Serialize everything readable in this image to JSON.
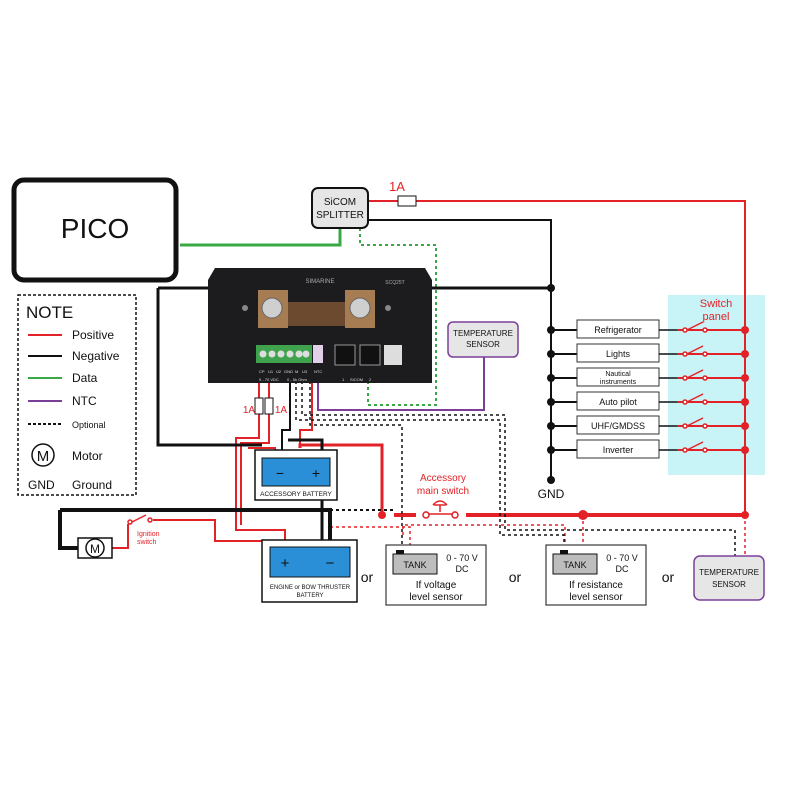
{
  "pico": {
    "label": "PICO"
  },
  "splitter": {
    "line1": "SiCOM",
    "line2": "SPLITTER"
  },
  "fuse_top": {
    "label": "1A"
  },
  "fuses_device": {
    "left": "1A",
    "right": "1A"
  },
  "device": {
    "brand": "SIMARINE",
    "model": "SCQ25T",
    "terminal_labels": [
      "CP",
      "U1",
      "U2",
      "GND",
      "M",
      "U3"
    ],
    "ntc_label": "NTC",
    "voltage_range": "0 - 70 VDC",
    "optional_range": "0 - 5k Ohm",
    "port_1": "1",
    "port_sicom": "SICOM",
    "port_2": "2"
  },
  "temp_sensor_top": {
    "line1": "TEMPERATURE",
    "line2": "SENSOR"
  },
  "temp_sensor_bottom": {
    "line1": "TEMPERATURE",
    "line2": "SENSOR"
  },
  "switch_panel": {
    "title_line1": "Switch",
    "title_line2": "panel",
    "loads": [
      "Refrigerator",
      "Lights",
      "Nautical instruments",
      "Auto pilot",
      "UHF/GMDSS",
      "Inverter"
    ],
    "nautical_line1": "Nautical",
    "nautical_line2": "instruments"
  },
  "gnd_label": "GND",
  "legend": {
    "title": "NOTE",
    "items": [
      {
        "label": "Positive",
        "color": "#e32227",
        "style": "solid"
      },
      {
        "label": "Negative",
        "color": "#111111",
        "style": "solid"
      },
      {
        "label": "Data",
        "color": "#3aa845",
        "style": "solid"
      },
      {
        "label": "NTC",
        "color": "#7b3f98",
        "style": "solid"
      },
      {
        "label": "Optional",
        "color": "#111111",
        "style": "dotted"
      }
    ],
    "motor_symbol": "M",
    "motor_label": "Motor",
    "gnd_abbr": "GND",
    "gnd_label": "Ground"
  },
  "accessory_battery": {
    "label": "ACCESSORY BATTERY",
    "minus": "−",
    "plus": "+"
  },
  "engine_battery": {
    "line1": "ENGINE or BOW THRUSTER",
    "line2": "BATTERY",
    "plus": "+",
    "minus": "−"
  },
  "accessory_switch": {
    "line1": "Accessory",
    "line2": "main switch"
  },
  "motor": {
    "symbol": "M"
  },
  "ignition": {
    "line1": "Ignition",
    "line2": "switch"
  },
  "tank_voltage": {
    "tank": "TANK",
    "range1": "0 - 70 V",
    "range2": "DC",
    "desc1": "If voltage",
    "desc2": "level sensor"
  },
  "tank_resistance": {
    "tank": "TANK",
    "range1": "0 - 70 V",
    "range2": "DC",
    "desc1": "If resistance",
    "desc2": "level sensor"
  },
  "or_labels": [
    "or",
    "or",
    "or"
  ],
  "colors": {
    "positive": "#e32227",
    "negative": "#111111",
    "data": "#3aa845",
    "ntc": "#7b3f98",
    "panel_bg": "#c8f3f7",
    "battery_blue": "#2a8fd6",
    "device_body": "#1c1c1e"
  }
}
